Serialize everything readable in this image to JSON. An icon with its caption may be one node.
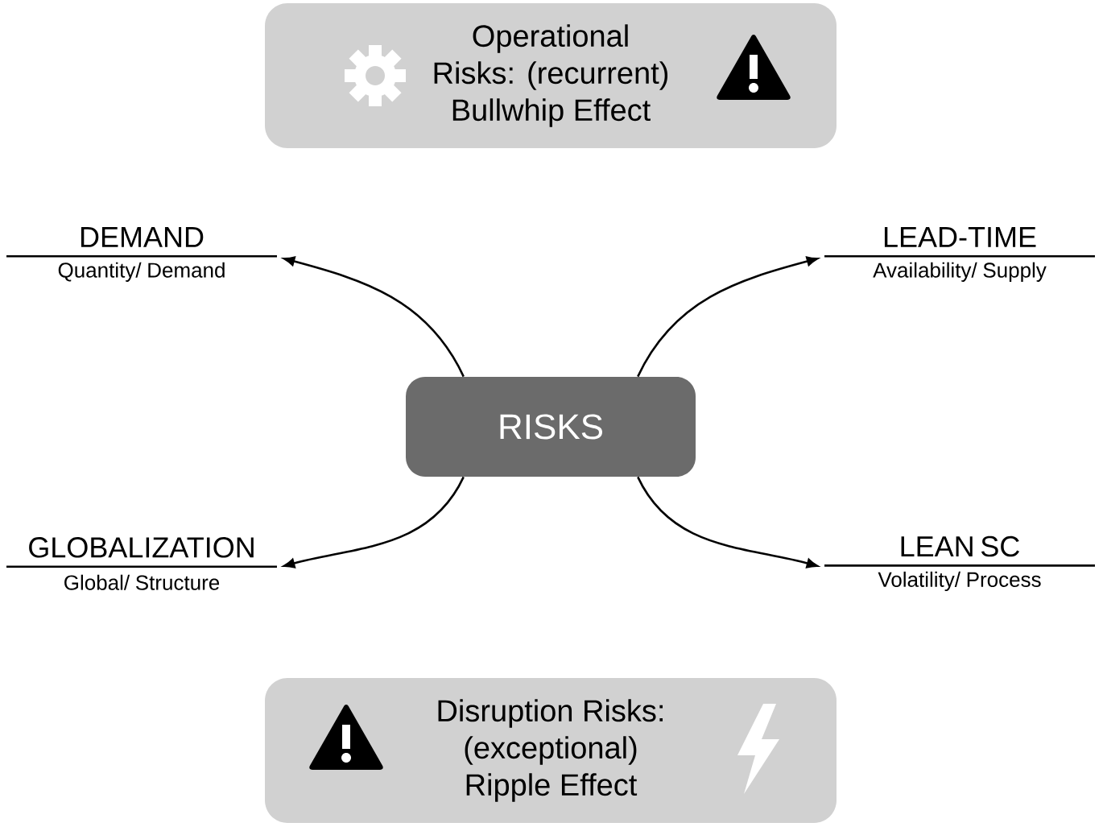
{
  "diagram": {
    "nodes": [
      {
        "text": [
          "Operational Risks: (recurrent) Bullwhip Effect"
        ]
      },
      {
        "text": [
          "DEMAND",
          "Quantity/ Demand"
        ]
      },
      {
        "text": [
          "LEAD-TIME",
          "Availability/ Supply"
        ]
      },
      {
        "text": [
          "RISKS"
        ]
      },
      {
        "text": [
          "GLOBALIZATION",
          "Global/ Structure"
        ]
      },
      {
        "text": [
          "LEAN SC",
          "Volatility/ Process"
        ]
      },
      {
        "text": [
          "Disruption Risks: (exceptional) Ripple Effect"
        ]
      }
    ],
    "edges": [
      {
        "from": 3,
        "to": 1,
        "arrow": "to"
      },
      {
        "from": 3,
        "to": 2,
        "arrow": "to"
      },
      {
        "from": 3,
        "to": 4,
        "arrow": "to"
      },
      {
        "from": 3,
        "to": 5,
        "arrow": "to"
      }
    ]
  }
}
